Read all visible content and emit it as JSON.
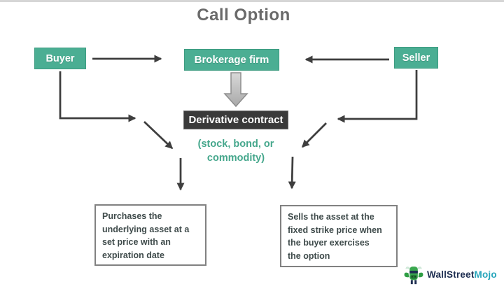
{
  "title": "Call Option",
  "nodes": {
    "buyer": "Buyer",
    "brokerage": "Brokerage firm",
    "seller": "Seller",
    "derivative": "Derivative contract",
    "instrument_note": "(stock, bond, or\ncommodity)",
    "buyer_action": "Purchases the\nunderlying asset at a\nset price with an\nexpiration date",
    "seller_action": "Sells the asset at the\nfixed strike price when\nthe buyer exercises\nthe option"
  },
  "arrows": [
    {
      "name": "arrow-buyer-to-brokerage",
      "from": "Buyer",
      "to": "Brokerage firm"
    },
    {
      "name": "arrow-seller-to-brokerage",
      "from": "Seller",
      "to": "Brokerage firm"
    },
    {
      "name": "arrow-brokerage-to-derivative",
      "from": "Brokerage firm",
      "to": "Derivative contract",
      "style": "block"
    },
    {
      "name": "arrow-buyer-to-purchase-note",
      "from": "Buyer",
      "to": "Purchases note"
    },
    {
      "name": "arrow-seller-to-sells-note",
      "from": "Seller",
      "to": "Sells note"
    }
  ],
  "logo": {
    "brand_primary": "WallStreet",
    "brand_secondary": "Mojo",
    "icon": "bull-icon"
  },
  "colors": {
    "teal_box": "#4bae93",
    "teal_box_border": "#3c9b80",
    "dark_box": "#3a3a3a",
    "subtitle_teal": "#45a78c",
    "arrow_gray": "#3e3e3e",
    "block_arrow_fill_top": "#d9d9d9",
    "block_arrow_fill_bottom": "#a8a8a8",
    "block_arrow_border": "#8e8e8e",
    "title_gray": "#6a6a6a",
    "note_text": "#3f4b4b",
    "note_border": "#818181",
    "logo_primary": "#1d2d50",
    "logo_secondary": "#26a5bb",
    "logo_green": "#3aa84f"
  }
}
